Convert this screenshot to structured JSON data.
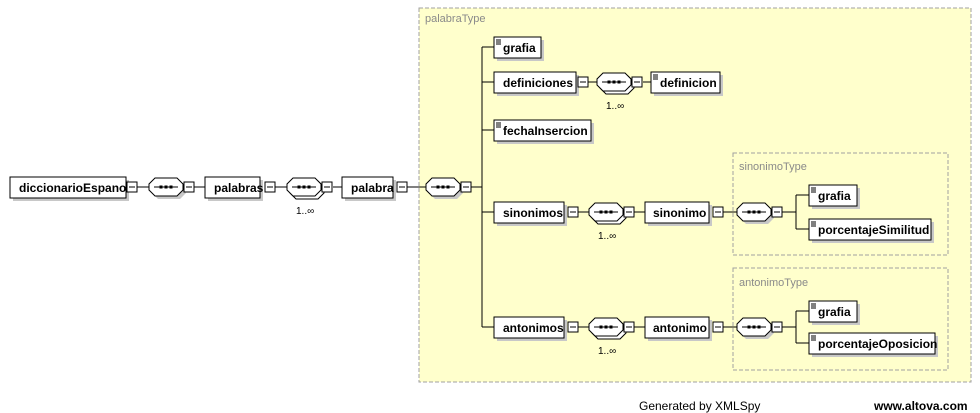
{
  "colors": {
    "type_fill": "#ffffcc",
    "type_border": "#a0a0a0",
    "text": "#000000",
    "type_label": "#8a8a8a"
  },
  "labels": {
    "diccionarioEspanol": "diccionarioEspanol",
    "palabras": "palabras",
    "palabra": "palabra",
    "grafia": "grafia",
    "definiciones": "definiciones",
    "definicion": "definicion",
    "fechaInsercion": "fechaInsercion",
    "sinonimos": "sinonimos",
    "sinonimo": "sinonimo",
    "sin_grafia": "grafia",
    "porcentajeSimilitud": "porcentajeSimilitud",
    "antonimos": "antonimos",
    "antonimo": "antonimo",
    "ant_grafia": "grafia",
    "porcentajeOposicion": "porcentajeOposicion"
  },
  "types": {
    "palabraType": "palabraType",
    "sinonimoType": "sinonimoType",
    "antonimoType": "antonimoType"
  },
  "occurrence": {
    "palabras_seq": "1..∞",
    "definiciones_seq": "1..∞",
    "sinonimos_seq": "1..∞",
    "antonimos_seq": "1..∞"
  },
  "footer": {
    "generated": "Generated by XMLSpy",
    "site": "www.altova.com"
  }
}
